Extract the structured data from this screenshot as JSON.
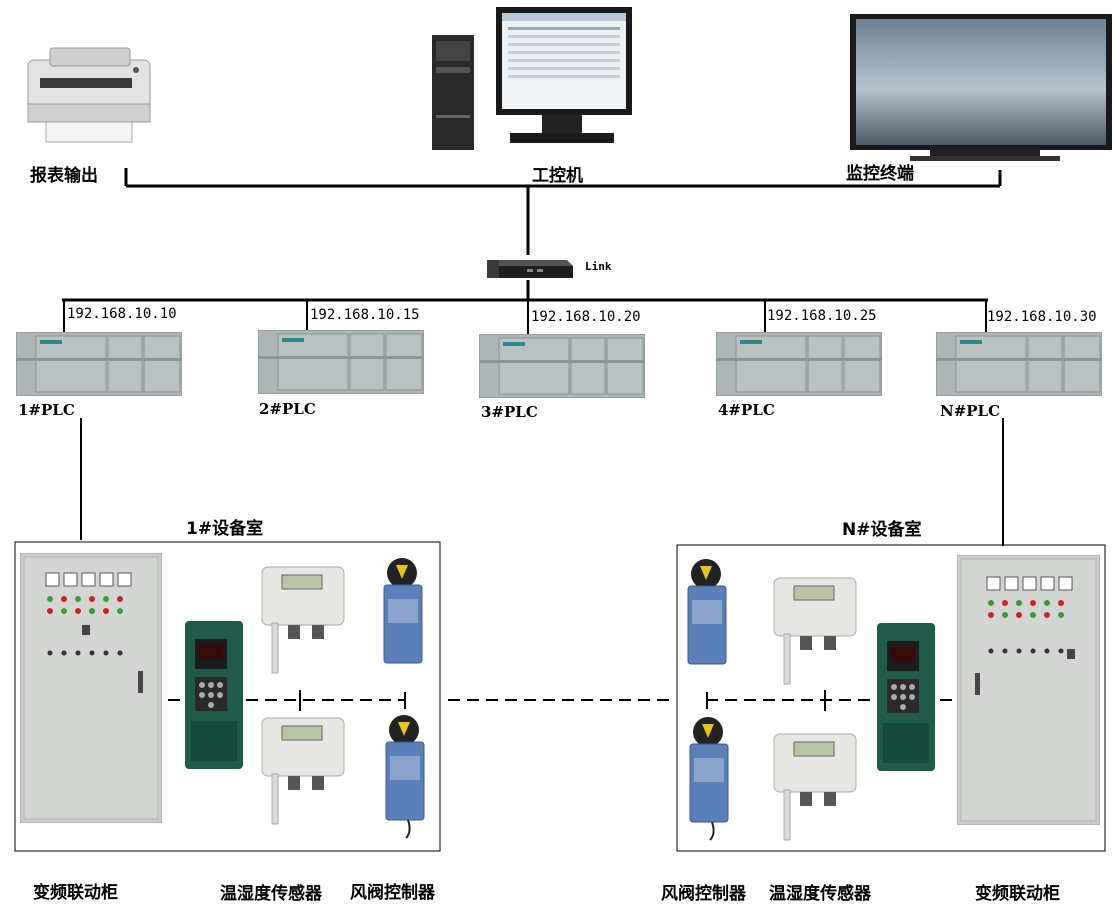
{
  "top_devices": {
    "printer": "报表输出",
    "ipc": "工控机",
    "monitor": "监控终端"
  },
  "switch": {
    "label": "Link"
  },
  "plcs": [
    {
      "ip": "192.168.10.10",
      "name": "1#PLC"
    },
    {
      "ip": "192.168.10.15",
      "name": "2#PLC"
    },
    {
      "ip": "192.168.10.20",
      "name": "3#PLC"
    },
    {
      "ip": "192.168.10.25",
      "name": "4#PLC"
    },
    {
      "ip": "192.168.10.30",
      "name": "N#PLC"
    }
  ],
  "rooms": {
    "left": "1#设备室",
    "right": "N#设备室"
  },
  "bottom_labels": {
    "left_cabinet": "变频联动柜",
    "left_sensors": "温湿度传感器",
    "left_valves": "风阀控制器",
    "right_valves": "风阀控制器",
    "right_sensors": "温湿度传感器",
    "right_cabinet": "变频联动柜"
  },
  "colors": {
    "line": "#000000",
    "cabinet": "#c9cbc8",
    "plc": "#a9b2b4",
    "inverter": "#1f5a4a",
    "actuator": "#5b7fb8",
    "monitor_screen": "#8fa3b3"
  }
}
